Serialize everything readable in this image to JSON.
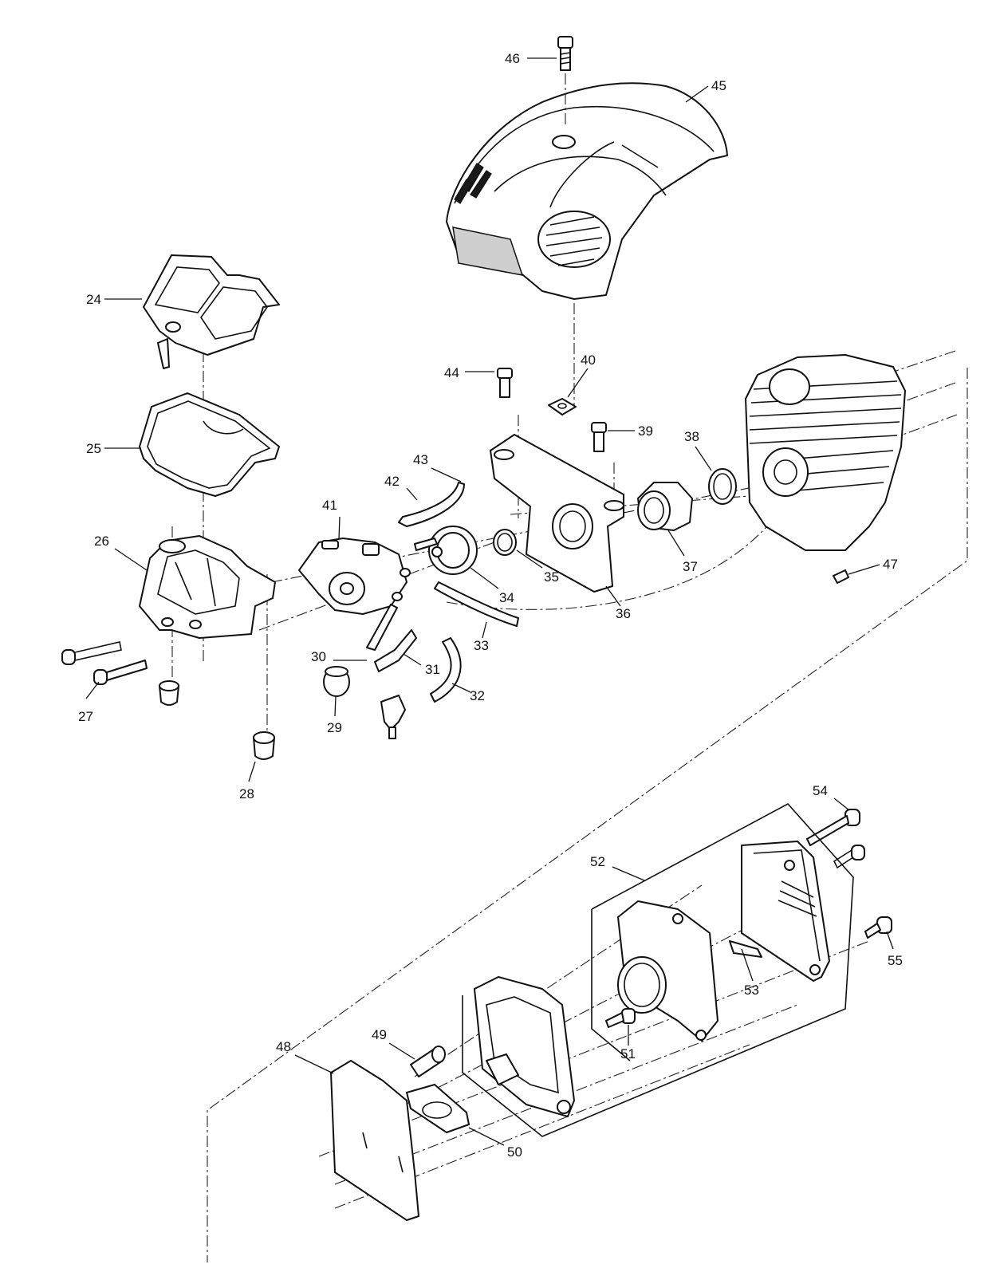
{
  "diagram": {
    "part_numbers": [
      "24",
      "25",
      "26",
      "27",
      "28",
      "29",
      "30",
      "31",
      "32",
      "33",
      "34",
      "35",
      "36",
      "37",
      "38",
      "39",
      "40",
      "41",
      "42",
      "43",
      "44",
      "45",
      "46",
      "47",
      "48",
      "49",
      "50",
      "51",
      "52",
      "53",
      "54",
      "55"
    ]
  }
}
